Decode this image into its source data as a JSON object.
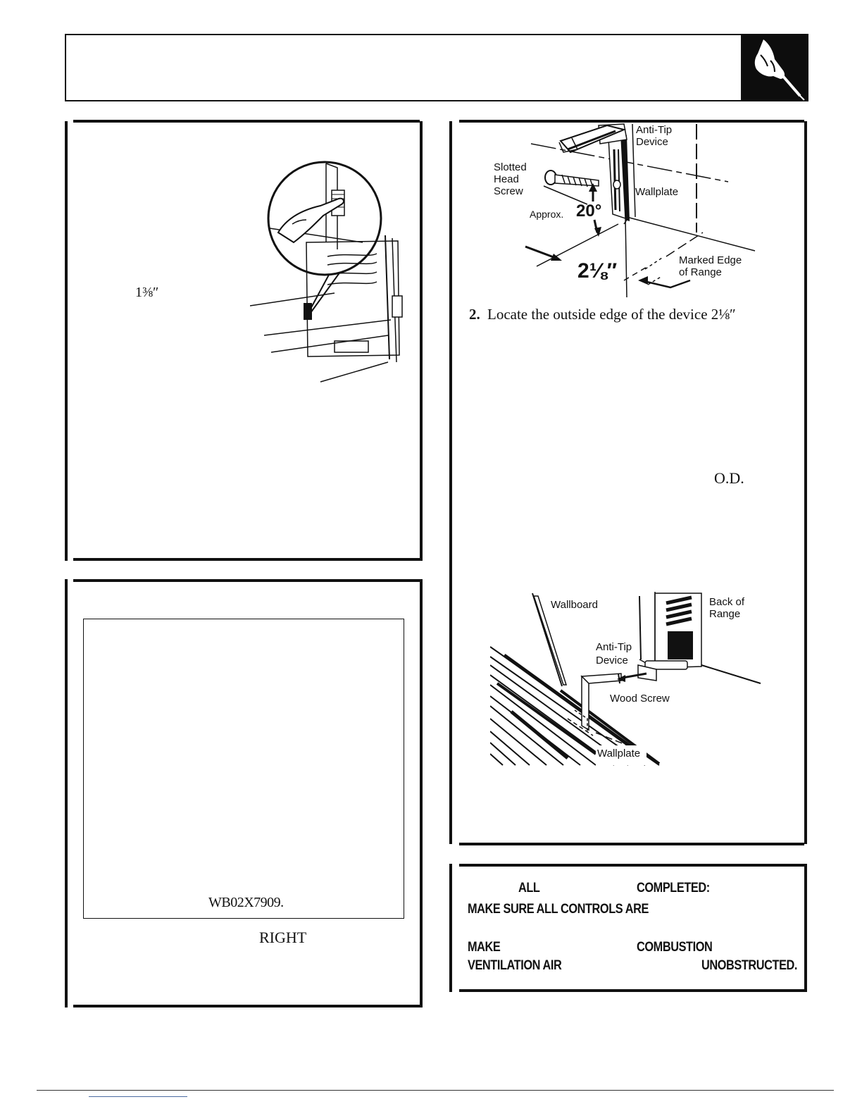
{
  "left_panel": {
    "measurement": "1⅜″"
  },
  "lower_left_panel": {
    "part_number": "WB02X7909.",
    "right_word": "RIGHT"
  },
  "top_right_diagram": {
    "labels": {
      "anti_tip_device": [
        "Anti-Tip",
        "Device"
      ],
      "slotted_head_screw": [
        "Slotted",
        "Head",
        "Screw"
      ],
      "wallplate": "Wallplate",
      "approx": "Approx.",
      "angle": "20°",
      "dimension": "2⅛″",
      "marked_edge": [
        "Marked Edge",
        "of Range"
      ]
    }
  },
  "step2": {
    "number": "2.",
    "text": "Locate the outside edge of the device 2⅛″"
  },
  "right_text": {
    "od": "O.D."
  },
  "bottom_right_diagram": {
    "labels": {
      "wallboard": "Wallboard",
      "back_of_range": [
        "Back of",
        "Range"
      ],
      "anti_tip_device": [
        "Anti-Tip",
        "Device"
      ],
      "wood_screw": "Wood Screw",
      "wallplate": "Wallplate"
    }
  },
  "final_box": {
    "all": "ALL",
    "completed": "COMPLETED:",
    "make_sure_all_controls_are": "MAKE SURE ALL CONTROLS ARE",
    "make": "MAKE",
    "combustion": "COMBUSTION",
    "ventilation_air": "VENTILATION AIR",
    "unobstructed": "UNOBSTRUCTED."
  }
}
